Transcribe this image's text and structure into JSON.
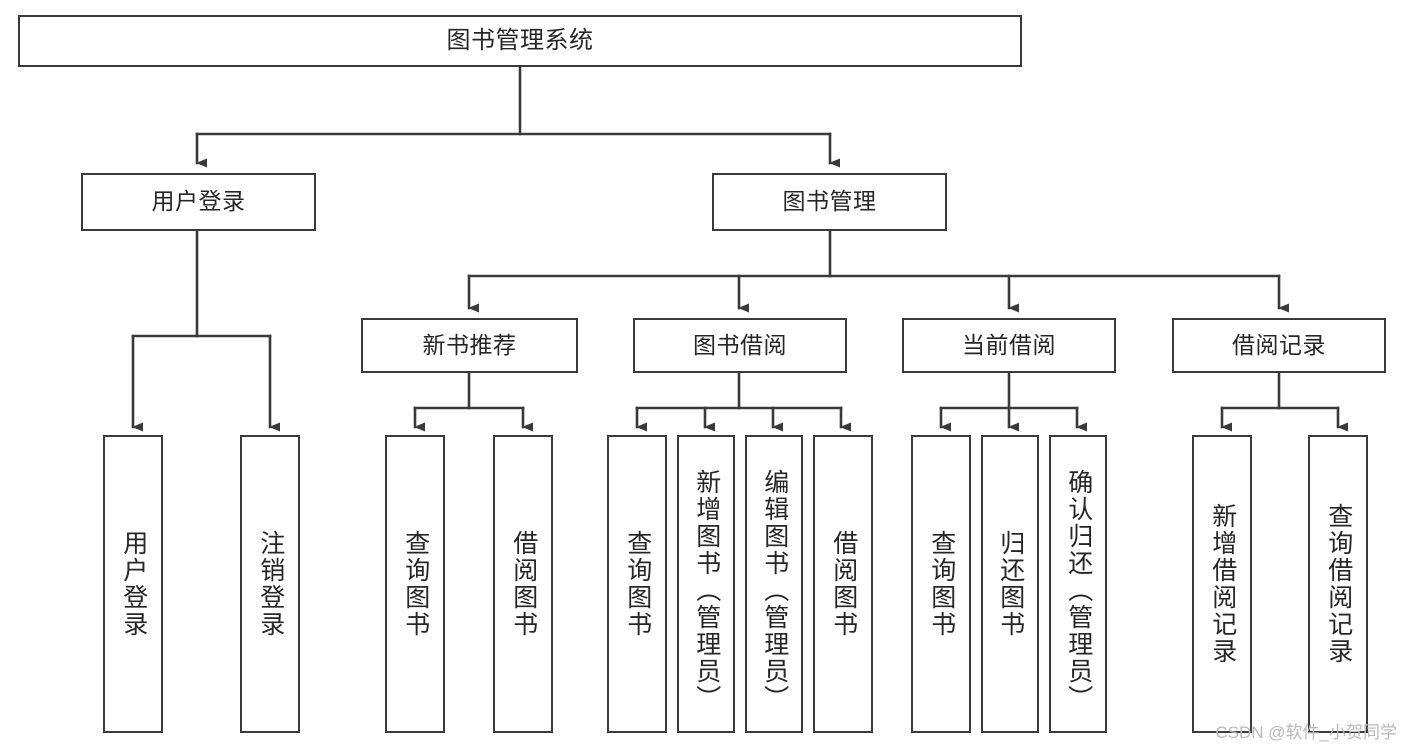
{
  "diagram": {
    "type": "tree",
    "title": "图书管理系统",
    "orientation": "top-down",
    "colors": {
      "background": "#ffffff",
      "box_border": "#3a3a3a",
      "box_fill": "#ffffff",
      "connector": "#3a3a3a",
      "text": "#262626",
      "watermark": "#b9b9b9"
    },
    "root": {
      "label": "图书管理系统"
    },
    "level2": [
      {
        "label": "用户登录"
      },
      {
        "label": "图书管理"
      }
    ],
    "level3": [
      {
        "label": "新书推荐"
      },
      {
        "label": "图书借阅"
      },
      {
        "label": "当前借阅"
      },
      {
        "label": "借阅记录"
      }
    ],
    "leaves": {
      "user_login": [
        {
          "label": "用户登录"
        },
        {
          "label": "注销登录"
        }
      ],
      "new_book_recommend": [
        {
          "label": "查询图书"
        },
        {
          "label": "借阅图书"
        }
      ],
      "book_borrow": [
        {
          "label": "查询图书"
        },
        {
          "label": "新增图书（管理员）"
        },
        {
          "label": "编辑图书（管理员）"
        },
        {
          "label": "借阅图书"
        }
      ],
      "current_borrow": [
        {
          "label": "查询图书"
        },
        {
          "label": "归还图书"
        },
        {
          "label": "确认归还（管理员）"
        }
      ],
      "borrow_record": [
        {
          "label": "新增借阅记录"
        },
        {
          "label": "查询借阅记录"
        }
      ]
    }
  },
  "watermark": {
    "text": "CSDN @软件_小贺同学"
  }
}
